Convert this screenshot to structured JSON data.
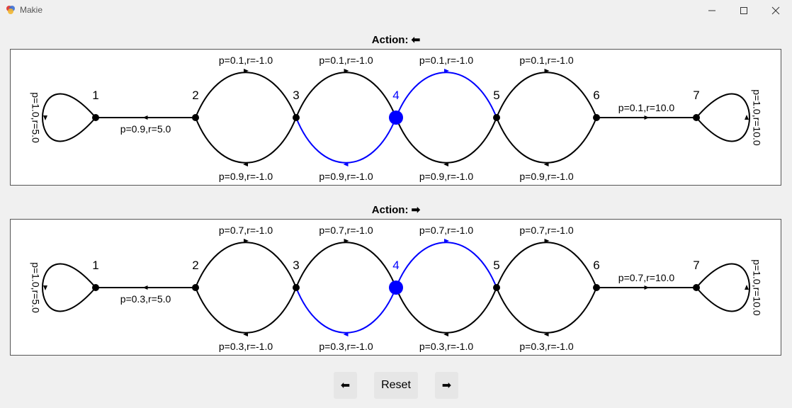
{
  "window": {
    "title": "Makie"
  },
  "controls": {
    "left_label": "⬅",
    "reset_label": "Reset",
    "right_label": "➡"
  },
  "colors": {
    "edge": "#000000",
    "highlight": "#0000ff",
    "panel_bg": "#ffffff",
    "app_bg": "#f0f0f0"
  },
  "current_state": 4,
  "panels": [
    {
      "title": "Action: ⬅",
      "nodes": [
        "1",
        "2",
        "3",
        "4",
        "5",
        "6",
        "7"
      ],
      "self_loops": {
        "left": "p=1.0,r=5.0",
        "right": "p=1.0,r=10.0"
      },
      "straight": {
        "left": "p=0.9,r=5.0",
        "right": "p=0.1,r=10.0"
      },
      "upper": [
        "p=0.1,r=-1.0",
        "p=0.1,r=-1.0",
        "p=0.1,r=-1.0",
        "p=0.1,r=-1.0"
      ],
      "lower": [
        "p=0.9,r=-1.0",
        "p=0.9,r=-1.0",
        "p=0.9,r=-1.0",
        "p=0.9,r=-1.0"
      ]
    },
    {
      "title": "Action: ➡",
      "nodes": [
        "1",
        "2",
        "3",
        "4",
        "5",
        "6",
        "7"
      ],
      "self_loops": {
        "left": "p=1.0,r=5.0",
        "right": "p=1.0,r=10.0"
      },
      "straight": {
        "left": "p=0.3,r=5.0",
        "right": "p=0.7,r=10.0"
      },
      "upper": [
        "p=0.7,r=-1.0",
        "p=0.7,r=-1.0",
        "p=0.7,r=-1.0",
        "p=0.7,r=-1.0"
      ],
      "lower": [
        "p=0.3,r=-1.0",
        "p=0.3,r=-1.0",
        "p=0.3,r=-1.0",
        "p=0.3,r=-1.0"
      ]
    }
  ]
}
